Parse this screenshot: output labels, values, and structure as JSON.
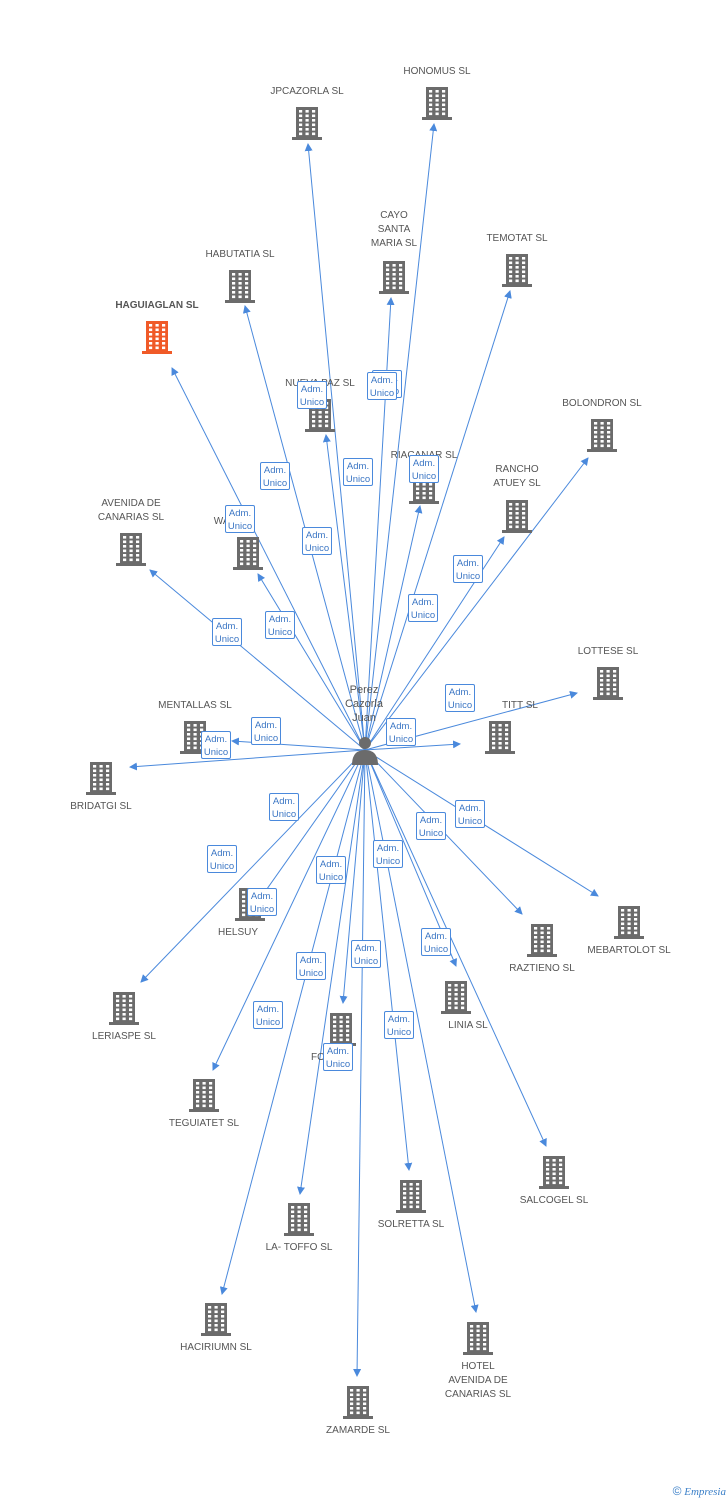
{
  "center": {
    "name": "Perez\nCazorla\nJuan",
    "icon": "person-icon"
  },
  "edge_label": {
    "line1": "Adm.",
    "line2": "Unico"
  },
  "colors": {
    "edge": "#4a89dc",
    "building": "#6b6b6b",
    "highlight": "#f05a28",
    "label": "#555555"
  },
  "nodes": [
    {
      "id": "honomus",
      "label": "HONOMUS SL"
    },
    {
      "id": "jpcazorla",
      "label": "JPCAZORLA SL"
    },
    {
      "id": "cayo",
      "label": "CAYO\nSANTA\nMARIA SL"
    },
    {
      "id": "temotat",
      "label": "TEMOTAT SL"
    },
    {
      "id": "habutatia",
      "label": "HABUTATIA SL"
    },
    {
      "id": "haguiaglan",
      "label": "HAGUIAGLAN SL",
      "highlight": true
    },
    {
      "id": "nuevapaz",
      "label": "NUEVA PAZ SL"
    },
    {
      "id": "bolondron",
      "label": "BOLONDRON SL"
    },
    {
      "id": "riacanar",
      "label": "RIACANAR SL"
    },
    {
      "id": "rancho",
      "label": "RANCHO\nATUEY SL"
    },
    {
      "id": "avenida",
      "label": "AVENIDA DE\nCANARIAS SL"
    },
    {
      "id": "wasi",
      "label": "WAS"
    },
    {
      "id": "lottese",
      "label": "LOTTESE SL"
    },
    {
      "id": "titt",
      "label": "TITT SL"
    },
    {
      "id": "mentallas",
      "label": "MENTALLAS SL"
    },
    {
      "id": "bridatgi",
      "label": "BRIDATGI SL"
    },
    {
      "id": "helsuy",
      "label": "HELSUY"
    },
    {
      "id": "mebartolot",
      "label": "MEBARTOLOT SL"
    },
    {
      "id": "raztieno",
      "label": "RAZTIENO SL"
    },
    {
      "id": "leriaspe",
      "label": "LERIASPE SL"
    },
    {
      "id": "linia",
      "label": "LINIA SL"
    },
    {
      "id": "foxia",
      "label": "FOXIA"
    },
    {
      "id": "teguiatet",
      "label": "TEGUIATET SL"
    },
    {
      "id": "salcogel",
      "label": "SALCOGEL SL"
    },
    {
      "id": "solretta",
      "label": "SOLRETTA SL"
    },
    {
      "id": "latoffo",
      "label": "LA- TOFFO SL"
    },
    {
      "id": "haciriumn",
      "label": "HACIRIUMN SL"
    },
    {
      "id": "hotel",
      "label": "HOTEL\nAVENIDA DE\nCANARIAS SL"
    },
    {
      "id": "zamarde",
      "label": "ZAMARDE SL"
    }
  ],
  "footer": {
    "copyright": "©",
    "brand": "Empresia"
  }
}
